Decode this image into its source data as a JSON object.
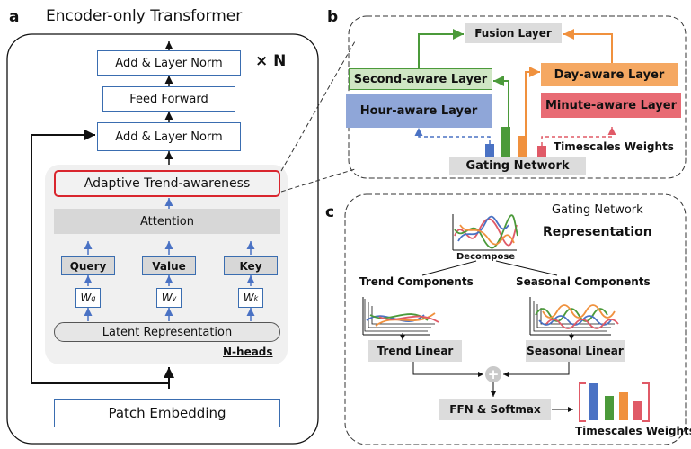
{
  "panel_a": {
    "letter": "a",
    "title": "Encoder-only Transformer",
    "add_norm_top": "Add & Layer Norm",
    "repeat": "× N",
    "feed_forward": "Feed Forward",
    "add_norm_bottom": "Add & Layer Norm",
    "adaptive": "Adaptive Trend-awareness",
    "attention": "Attention",
    "query": "Query",
    "value": "Value",
    "key": "Key",
    "wq": "W",
    "wq_sub": "q",
    "wv": "W",
    "wv_sub": "v",
    "wk": "W",
    "wk_sub": "k",
    "latent": "Latent Representation",
    "nheads": "N-heads",
    "patch": "Patch Embedding"
  },
  "panel_b": {
    "letter": "b",
    "fusion": "Fusion Layer",
    "second": "Second-aware Layer",
    "day": "Day-aware Layer",
    "hour": "Hour-aware Layer",
    "minute": "Minute-aware Layer",
    "weights": "Timescales Weights",
    "gating": "Gating Network"
  },
  "panel_c": {
    "letter": "c",
    "gating_title": "Gating Network",
    "representation": "Representation",
    "decompose": "Decompose",
    "trend_components": "Trend Components",
    "seasonal_components": "Seasonal Components",
    "trend_linear": "Trend Linear",
    "seasonal_linear": "Seasonal Linear",
    "ffn": "FFN & Softmax",
    "weights": "Timescales Weights"
  },
  "colors": {
    "blue": "#4a72c4",
    "green": "#4b9a3a",
    "orange": "#f0913e",
    "red": "#e05a67",
    "box_border": "#3a6db0",
    "gray": "#dcdcdc"
  }
}
